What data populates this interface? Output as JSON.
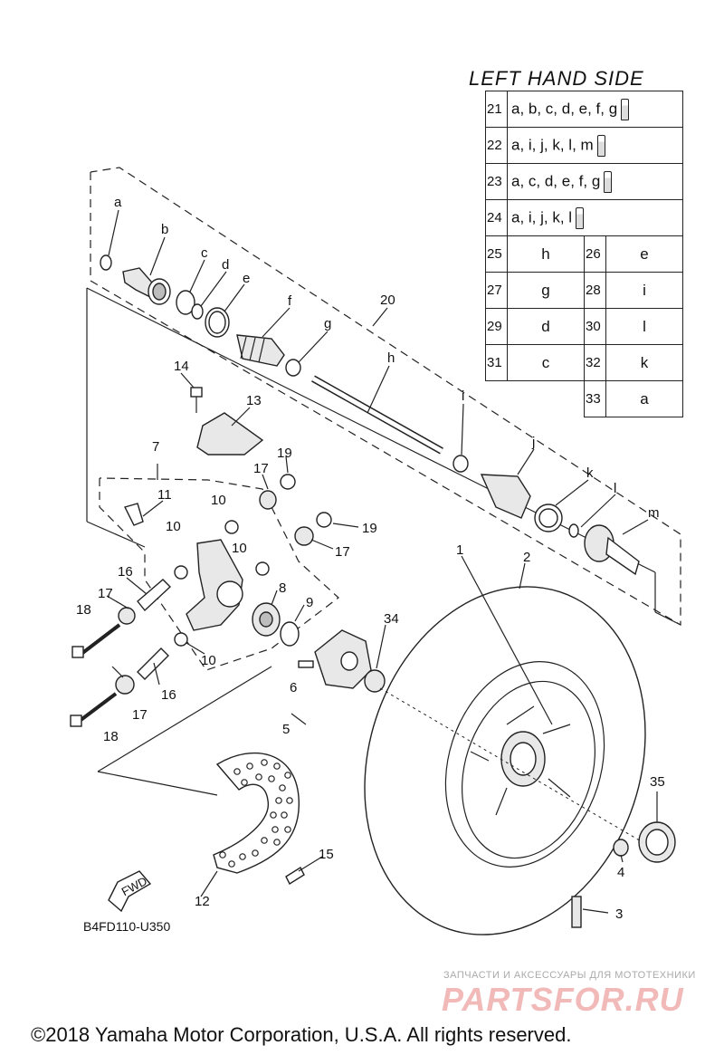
{
  "legend": {
    "title": "LEFT HAND SIDE",
    "kit_rows": [
      {
        "num": "21",
        "parts": "a, b, c, d, e, f, g"
      },
      {
        "num": "22",
        "parts": "a, i, j, k, l, m"
      },
      {
        "num": "23",
        "parts": "a, c, d, e, f, g"
      },
      {
        "num": "24",
        "parts": "a, i, j, k, l"
      }
    ],
    "pairs": [
      {
        "left_num": "25",
        "left_val": "h",
        "right_num": "26",
        "right_val": "e"
      },
      {
        "left_num": "27",
        "left_val": "g",
        "right_num": "28",
        "right_val": "i"
      },
      {
        "left_num": "29",
        "left_val": "d",
        "right_num": "30",
        "right_val": "l"
      },
      {
        "left_num": "31",
        "left_val": "c",
        "right_num": "32",
        "right_val": "k"
      }
    ],
    "last": {
      "num": "33",
      "val": "a"
    },
    "icons": [
      "grease-tube-icon"
    ]
  },
  "callouts": {
    "a": "a",
    "b": "b",
    "c": "c",
    "d": "d",
    "e": "e",
    "f": "f",
    "g": "g",
    "h": "h",
    "i": "i",
    "j": "j",
    "k": "k",
    "l": "l",
    "m": "m",
    "n1": "1",
    "n2": "2",
    "n3": "3",
    "n4": "4",
    "n5": "5",
    "n6": "6",
    "n7": "7",
    "n8": "8",
    "n9": "9",
    "n10a": "10",
    "n10b": "10",
    "n10c": "10",
    "n10d": "10",
    "n11": "11",
    "n12": "12",
    "n13": "13",
    "n14": "14",
    "n15": "15",
    "n16a": "16",
    "n16b": "16",
    "n17a": "17",
    "n17b": "17",
    "n17c": "17",
    "n17d": "17",
    "n18a": "18",
    "n18b": "18",
    "n19a": "19",
    "n19b": "19",
    "n20": "20",
    "n34": "34",
    "n35": "35"
  },
  "fwd_label": "FWD",
  "diagram_code": "B4FD110-U350",
  "watermark": {
    "tagline": "ЗАПЧАСТИ И АКСЕССУАРЫ ДЛЯ МОТОТЕХНИКИ",
    "brand": "PARTSFOR.RU"
  },
  "copyright": "©2018 Yamaha Motor Corporation, U.S.A. All rights reserved."
}
